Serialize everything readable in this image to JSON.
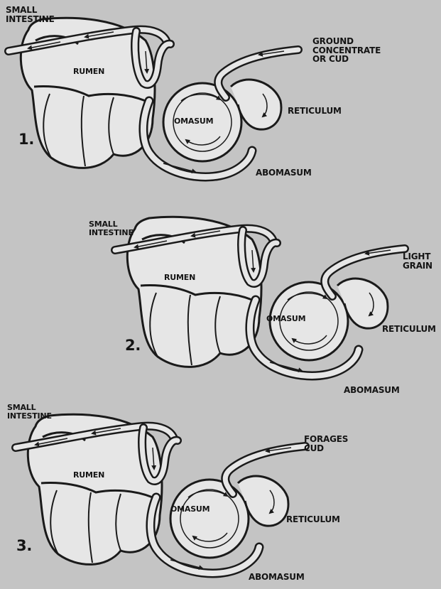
{
  "panels": [
    {
      "number": "1.",
      "small_intestine": [
        "SMALL",
        "INTESTINE"
      ],
      "feed": [
        "GROUND",
        "CONCENTRATE",
        "OR CUD"
      ],
      "rumen": "RUMEN",
      "omasum": "OMASUM",
      "reticulum": "RETICULUM",
      "abomasum": "ABOMASUM"
    },
    {
      "number": "2.",
      "small_intestine": [
        "SMALL",
        "INTESTINE"
      ],
      "feed": [
        "LIGHT",
        "GRAIN"
      ],
      "rumen": "RUMEN",
      "omasum": "OMASUM",
      "reticulum": "RETICULUM",
      "abomasum": "ABOMASUM"
    },
    {
      "number": "3.",
      "small_intestine": [
        "SMALL",
        "INTESTINE"
      ],
      "feed": [
        "FORAGES",
        "CUD"
      ],
      "rumen": "RUMEN",
      "omasum": "OMASUM",
      "reticulum": "RETICULUM",
      "abomasum": "ABOMASUM"
    }
  ]
}
